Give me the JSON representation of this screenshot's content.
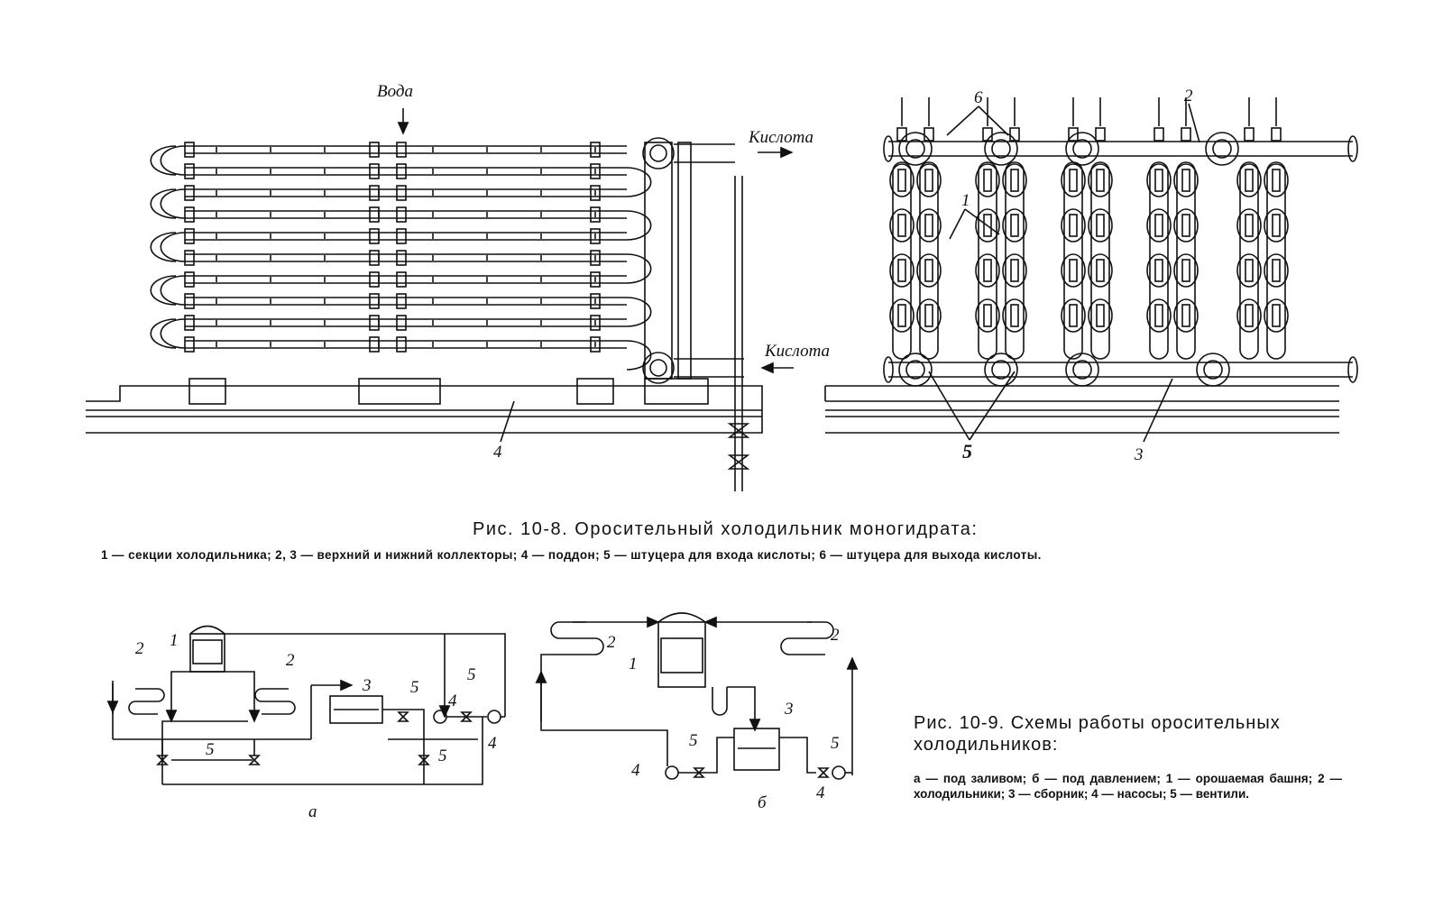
{
  "figure1": {
    "label_water": "Вода",
    "label_acid_top": "Кислота",
    "label_acid_bottom": "Кислота",
    "callouts": {
      "c1": "1",
      "c2": "2",
      "c3": "3",
      "c4": "4",
      "c5": "5",
      "c6": "6"
    },
    "caption_title": "Рис. 10-8. Оросительный холодильник моногидрата:",
    "caption_legend": "1 — секции холодильника; 2, 3 — верхний и нижний коллекторы; 4 — поддон; 5 — штуцера для входа кислоты; 6 — штуцера для выхода кислоты."
  },
  "figure2": {
    "schemes": {
      "a": {
        "label": "а",
        "callouts": {
          "c1": "1",
          "c2a": "2",
          "c2b": "2",
          "c3": "3",
          "c4a": "4",
          "c4b": "4",
          "c5a": "5",
          "c5b": "5",
          "c5c": "5",
          "c5d": "5"
        }
      },
      "b": {
        "label": "б",
        "callouts": {
          "c1": "1",
          "c2a": "2",
          "c2b": "2",
          "c3": "3",
          "c4a": "4",
          "c4b": "4",
          "c5a": "5",
          "c5b": "5"
        }
      }
    },
    "caption_title": "Рис. 10-9. Схемы работы оросительных холодильников:",
    "caption_legend": "а — под заливом; б — под давлением; 1 — орошаемая башня; 2 — холодильники; 3 — сборник; 4 — насосы; 5 — вентили."
  }
}
